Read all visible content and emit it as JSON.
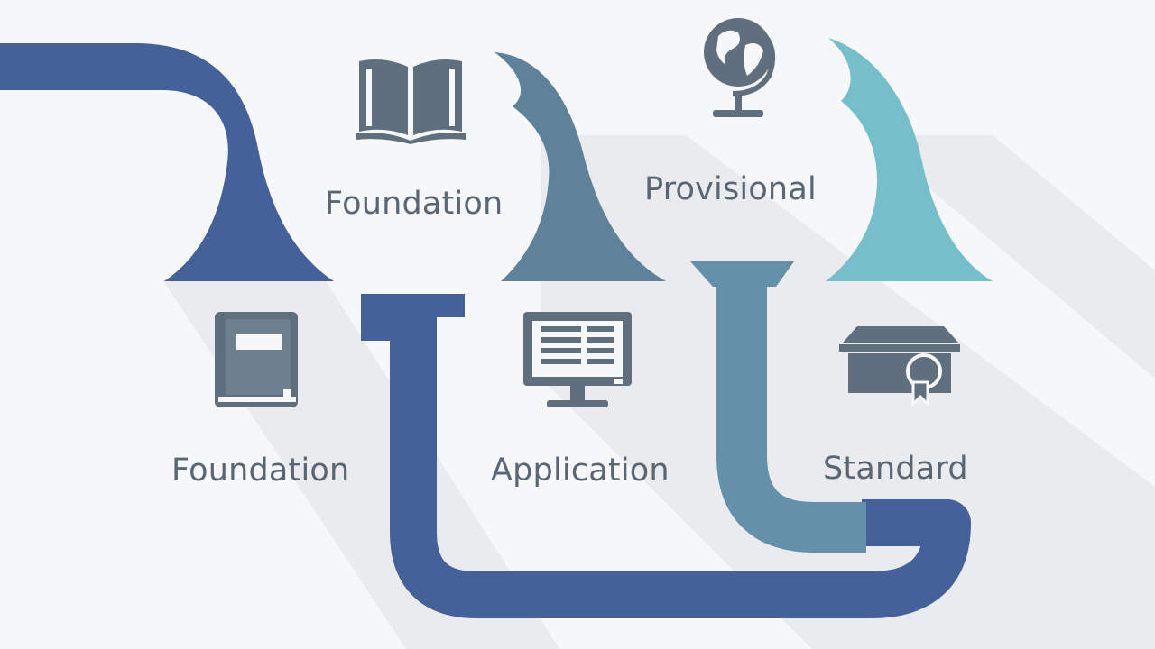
{
  "colors": {
    "background": "#f6f7f9",
    "navy": "#45619a",
    "slate": "#5e8299",
    "steel": "#6490aa",
    "teal": "#74bfc9",
    "icon": "#5f6f7d",
    "text": "#5a6672",
    "shadow": "#e8eaee"
  },
  "stages": [
    {
      "label": "Foundation",
      "icon": "open-book-icon"
    },
    {
      "label": "Provisional",
      "icon": "globe-icon"
    },
    {
      "label": "Foundation",
      "icon": "closed-book-icon"
    },
    {
      "label": "Application",
      "icon": "computer-monitor-icon"
    },
    {
      "label": "Standard",
      "icon": "certificate-icon"
    }
  ]
}
